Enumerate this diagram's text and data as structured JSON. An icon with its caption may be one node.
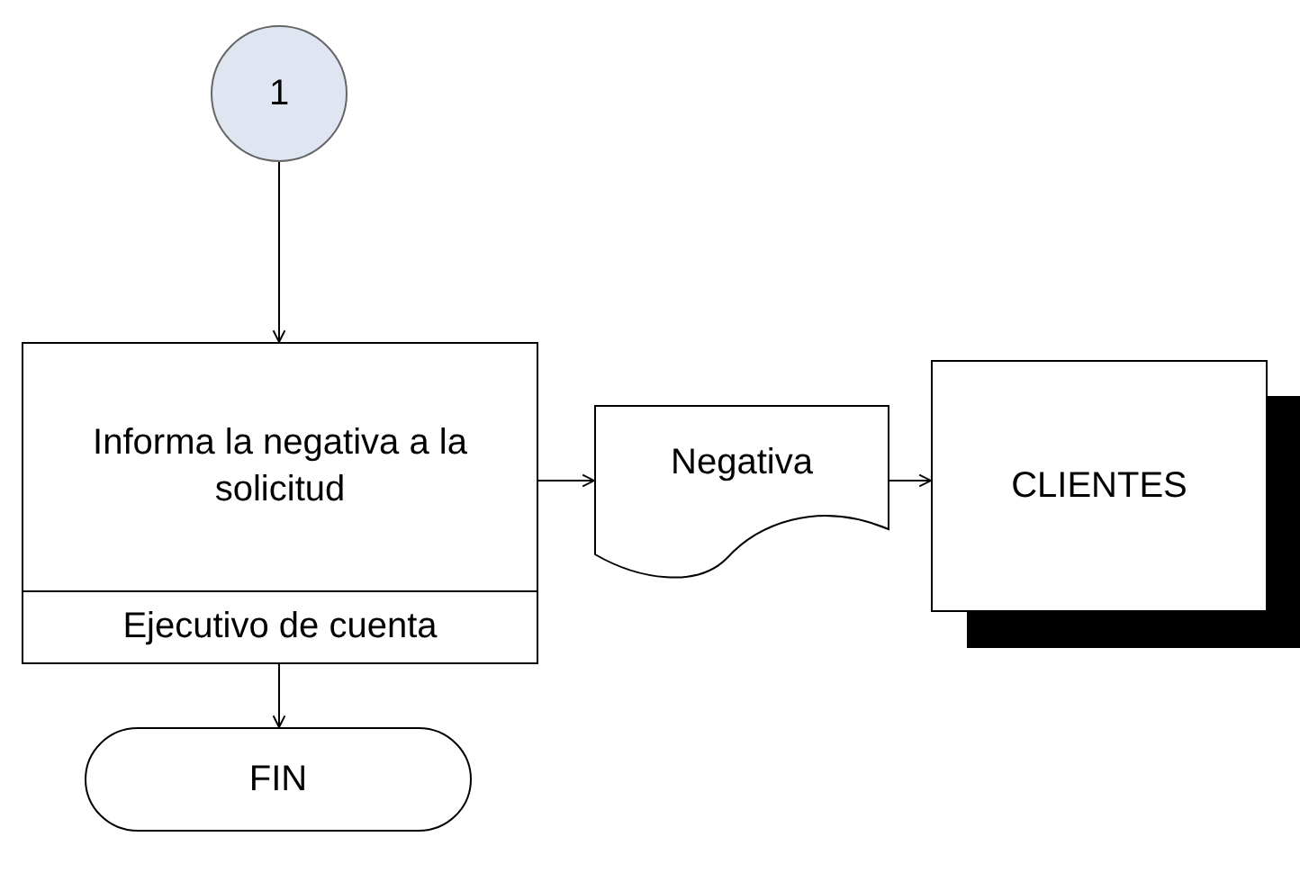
{
  "diagram": {
    "nodes": [
      {
        "text": [
          "1"
        ]
      },
      {
        "text": [
          "Informa la negativa a la solicitud",
          "Ejecutivo de cuenta"
        ]
      },
      {
        "text": [
          "Negativa"
        ]
      },
      {
        "text": [
          "CLIENTES"
        ]
      },
      {
        "text": [
          "FIN"
        ]
      }
    ],
    "edges": [
      {
        "from": 0,
        "to": 1,
        "arrow": "to"
      },
      {
        "from": 1,
        "to": 2,
        "arrow": "to"
      },
      {
        "from": 2,
        "to": 3,
        "arrow": "to"
      },
      {
        "from": 1,
        "to": 4,
        "arrow": "to"
      }
    ]
  }
}
